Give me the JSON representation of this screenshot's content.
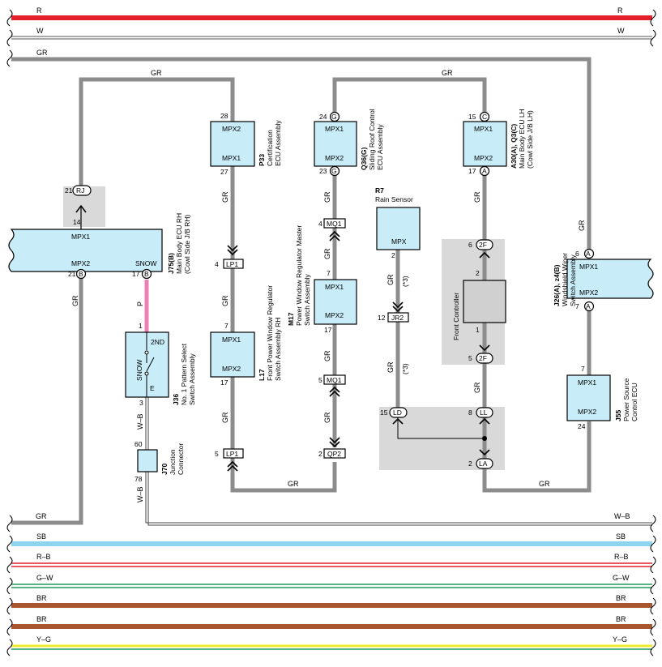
{
  "colors": {
    "wire_gray": "#8c8c8c",
    "red": "#e3202a",
    "sky_blue": "#8ed4ee",
    "brown": "#a8562e",
    "green": "#1f9a5a",
    "yellow": "#f1ec29",
    "pink": "#ec7fb4",
    "box_fill": "#c8ecf8",
    "shade": "#d9d9d9"
  },
  "top_wires": [
    {
      "left": "R",
      "right": "R",
      "color": "red"
    },
    {
      "left": "W",
      "right": "W",
      "color": "white"
    },
    {
      "left": "GR",
      "color": "gray"
    }
  ],
  "bottom_wires": [
    {
      "left": "GR",
      "color": "gray"
    },
    {
      "right": "W–B",
      "color": "white"
    },
    {
      "left": "SB",
      "right": "SB",
      "color": "sky_blue"
    },
    {
      "left": "R–B",
      "right": "R–B",
      "color": "red_black"
    },
    {
      "left": "G–W",
      "right": "G–W",
      "color": "green_white"
    },
    {
      "left": "BR",
      "right": "BR",
      "color": "brown"
    },
    {
      "left": "BR",
      "right": "BR",
      "color": "brown"
    },
    {
      "left": "Y–G",
      "right": "Y–G",
      "color": "yellow_green"
    }
  ],
  "wire_labels": {
    "gr": "GR",
    "p": "P",
    "wb": "W–B",
    "note3": "(*3)"
  },
  "components": {
    "j75": {
      "code": "J75(B)",
      "name": "Main Body ECU RH",
      "sub": "(Cowl Side J/B RH)",
      "mpx1": "MPX1",
      "mpx2": "MPX2",
      "snow": "SNOW",
      "pin_top": "14",
      "pin_rj": "21",
      "conn_rj": "RJ",
      "pin_b1": "21",
      "pin_b2": "17",
      "conn_b": "B"
    },
    "p33": {
      "code": "P33",
      "name": "Certification",
      "sub": "ECU Assembly",
      "t1": "MPX2",
      "t2": "MPX1",
      "pin_top": "28",
      "pin_bot": "27"
    },
    "lp1_top": {
      "pin": "4",
      "conn": "LP1"
    },
    "l17": {
      "code": "L17",
      "name": "Front Power Window Regulator",
      "sub": "Switch Assembly RH",
      "t1": "MPX1",
      "t2": "MPX2",
      "pin_top": "7",
      "pin_bot": "17"
    },
    "lp1_bot": {
      "pin": "5",
      "conn": "LP1"
    },
    "q36": {
      "code": "Q36(G)",
      "name": "Sliding Roof Control",
      "sub": "ECU Assembly",
      "t1": "MPX1",
      "t2": "MPX2",
      "pin_top": "24",
      "pin_bot": "23",
      "conn": "G"
    },
    "mq1_top": {
      "pin": "4",
      "conn": "MQ1"
    },
    "m17": {
      "code": "M17",
      "name": "Power Window Regulator Master",
      "sub": "Switch Assembly",
      "t1": "MPX1",
      "t2": "MPX2",
      "pin_top": "7",
      "pin_bot": "17"
    },
    "mq1_bot": {
      "pin": "5",
      "conn": "MQ1"
    },
    "qp2": {
      "pin": "2",
      "conn": "QP2"
    },
    "r7": {
      "code": "R7",
      "name": "Rain Sensor",
      "t1": "MPX",
      "pin": "2"
    },
    "jr2": {
      "pin": "12",
      "conn": "JR2"
    },
    "ld": {
      "pin": "15",
      "conn": "LD"
    },
    "a30": {
      "code": "A30(A), Q3(C)",
      "name": "Main Body ECU LH",
      "sub": "(Cowl Side J/B LH)",
      "t1": "MPX1",
      "t2": "MPX2",
      "pin_top": "15",
      "pin_bot": "17",
      "conn_top": "C",
      "conn_bot": "A"
    },
    "front_controller": {
      "name": "Front Controller",
      "pin_top": "6",
      "conn_top": "2F",
      "pin_in1": "2",
      "pin_in2": "1",
      "pin_bot": "5",
      "conn_bot": "2F"
    },
    "ll": {
      "pin": "8",
      "conn": "LL"
    },
    "la": {
      "pin": "2",
      "conn": "LA"
    },
    "j26": {
      "code": "J26(A), z4(B)",
      "name": "Windshield Wiper",
      "sub": "Switch Assembly",
      "t1": "MPX1",
      "t2": "MPX2",
      "pin_top": "6",
      "pin_bot": "7",
      "conn": "A"
    },
    "j55": {
      "code": "J55",
      "name": "Power Source",
      "sub": "Control ECU",
      "t1": "MPX1",
      "t2": "MPX2",
      "pin_top": "7",
      "pin_bot": "24"
    },
    "j36": {
      "code": "J36",
      "name": "No. 1 Pattern Select",
      "sub": "Switch Assembly",
      "snow": "SNOW",
      "nd2": "2ND",
      "e": "E",
      "pin_top": "1",
      "pin_bot": "3"
    },
    "j70": {
      "code": "J70",
      "name": "Junction",
      "sub": "Connector",
      "pin_top": "60",
      "pin_bot": "78"
    }
  }
}
